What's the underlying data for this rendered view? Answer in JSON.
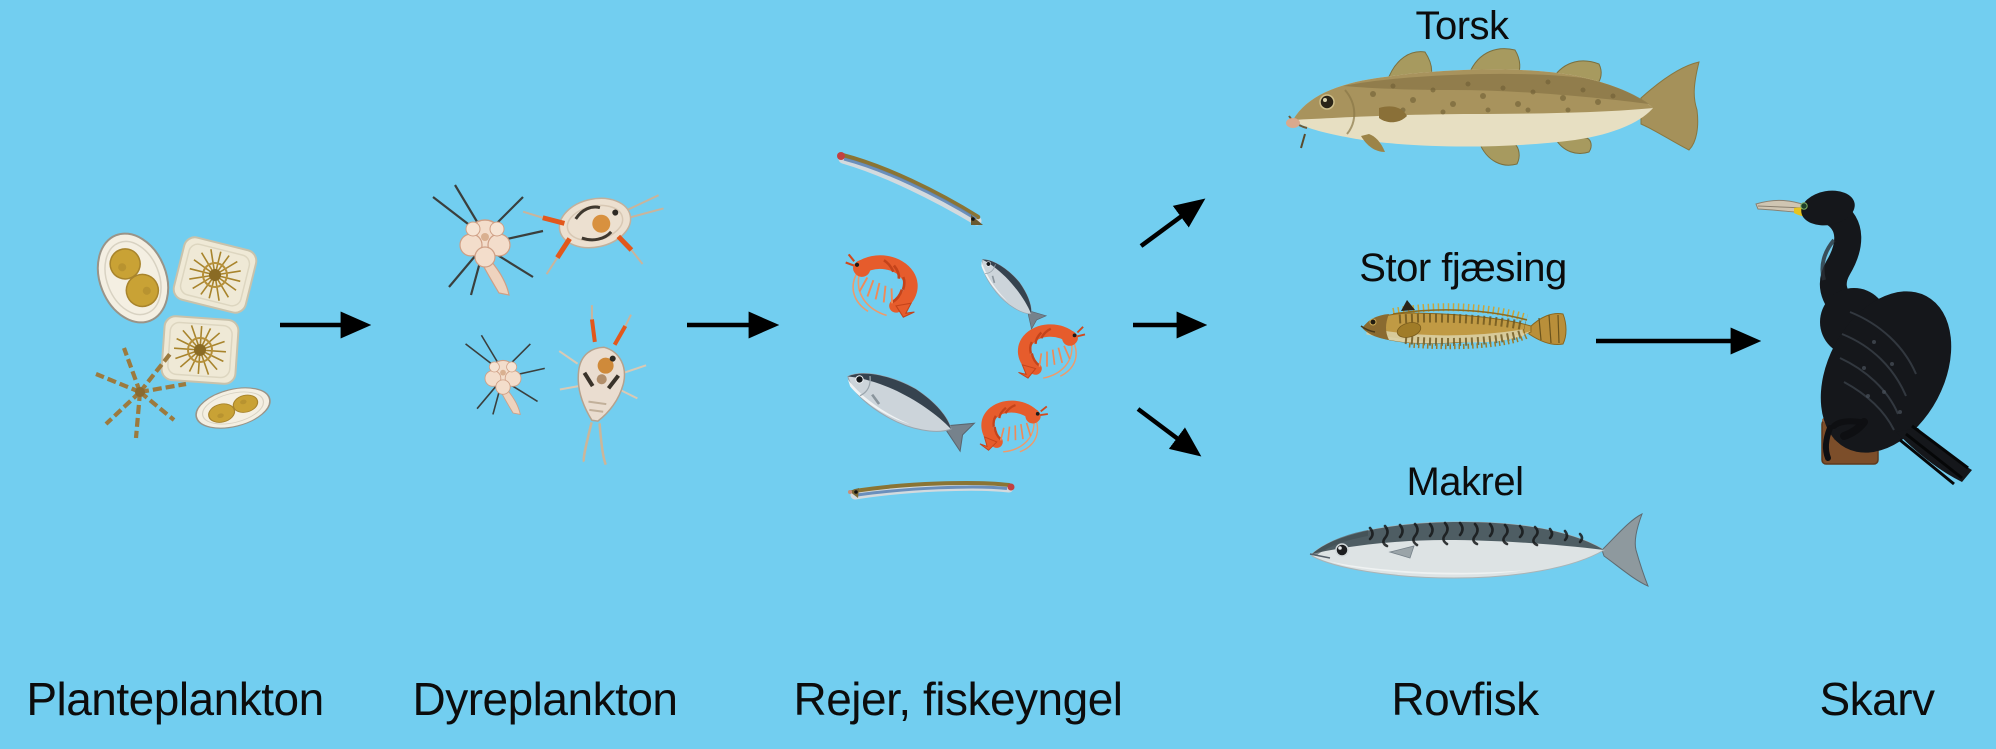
{
  "colors": {
    "background": "#72CEF0",
    "arrow": "#000000",
    "label_text": "#0c0c0c"
  },
  "stages": [
    {
      "id": "planteplankton",
      "label": "Planteplankton"
    },
    {
      "id": "dyreplankton",
      "label": "Dyreplankton"
    },
    {
      "id": "rejer_fiskeyngel",
      "label": "Rejer, fiskeyngel"
    },
    {
      "id": "rovfisk",
      "label": "Rovfisk"
    },
    {
      "id": "skarv",
      "label": "Skarv"
    }
  ],
  "rovfisk_species": [
    {
      "id": "torsk",
      "label": "Torsk"
    },
    {
      "id": "stor_fjaesing",
      "label": "Stor fjæsing"
    },
    {
      "id": "makrel",
      "label": "Makrel"
    }
  ],
  "connections": [
    {
      "from": "planteplankton",
      "to": "dyreplankton"
    },
    {
      "from": "dyreplankton",
      "to": "rejer_fiskeyngel"
    },
    {
      "from": "rejer_fiskeyngel",
      "to": "torsk"
    },
    {
      "from": "rejer_fiskeyngel",
      "to": "stor_fjaesing"
    },
    {
      "from": "rejer_fiskeyngel",
      "to": "makrel"
    },
    {
      "from": "stor_fjaesing",
      "to": "skarv"
    }
  ],
  "illustrations": {
    "planteplankton": "diatom-cells-icon",
    "dyreplankton": "copepod-larvae-icon",
    "rejer_fiskeyngel": "shrimp-and-fish-fry-icon",
    "torsk": "cod-icon",
    "stor_fjaesing": "weever-icon",
    "makrel": "mackerel-icon",
    "skarv": "cormorant-on-post-icon"
  }
}
